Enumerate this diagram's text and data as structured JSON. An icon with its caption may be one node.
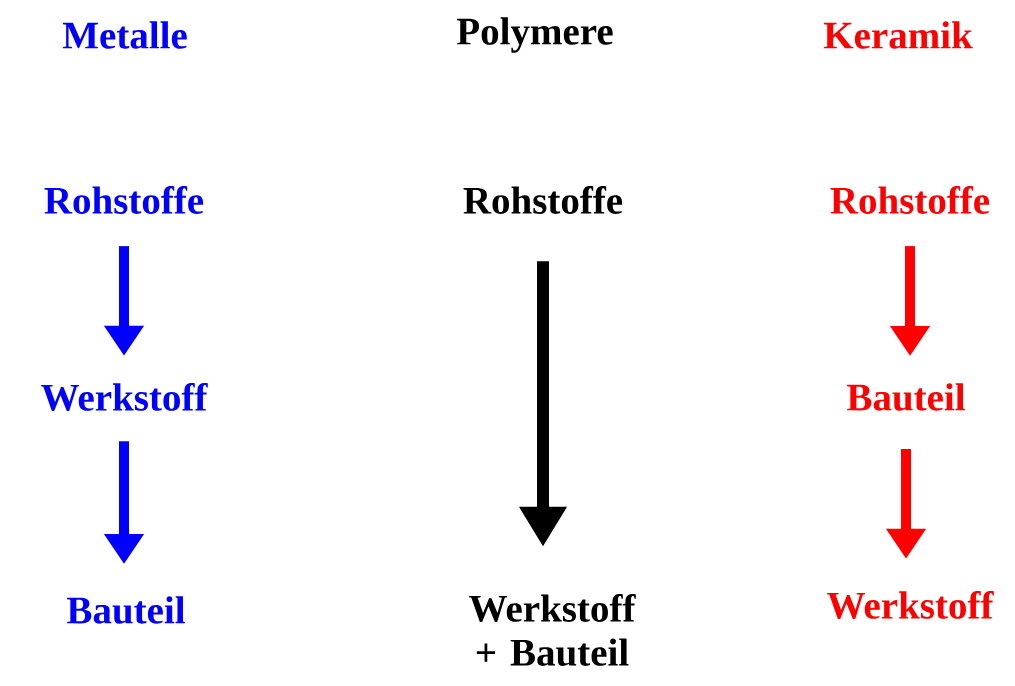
{
  "diagram": {
    "nodes": [
      {
        "text": [
          "Rohstoffe"
        ]
      },
      {
        "text": [
          "Werkstoff"
        ]
      },
      {
        "text": [
          "Bauteil"
        ]
      },
      {
        "text": [
          "Rohstoffe"
        ]
      },
      {
        "text": [
          "Werkstoff + Bauteil"
        ]
      },
      {
        "text": [
          "Rohstoffe"
        ]
      },
      {
        "text": [
          "Bauteil"
        ]
      },
      {
        "text": [
          "Werkstoff"
        ]
      }
    ],
    "edges": [
      {
        "from": 0,
        "to": 1,
        "arrow": "to",
        "color": "#0000ff"
      },
      {
        "from": 1,
        "to": 2,
        "arrow": "to",
        "color": "#0000ff"
      },
      {
        "from": 3,
        "to": 4,
        "arrow": "to",
        "color": "#000000"
      },
      {
        "from": 5,
        "to": 6,
        "arrow": "to",
        "color": "#ff0000"
      },
      {
        "from": 6,
        "to": 7,
        "arrow": "to",
        "color": "#ff0000"
      }
    ],
    "labels": [
      "Metalle",
      "Polymere",
      "Keramik"
    ]
  }
}
